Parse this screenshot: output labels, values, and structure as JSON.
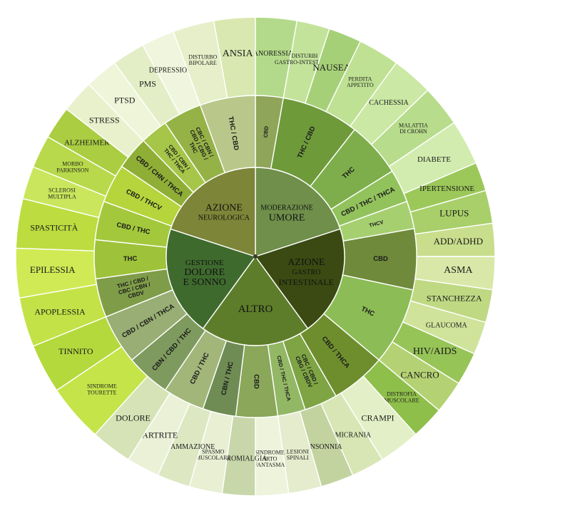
{
  "center": [
    {
      "lines": [
        "MODERAZIONE",
        "UMORE"
      ],
      "sizes": [
        10,
        14
      ],
      "color": "#6f8f4a"
    },
    {
      "lines": [
        "AZIONE",
        "GASTRO",
        "INTESTINALE"
      ],
      "sizes": [
        14,
        10,
        12
      ],
      "color": "#3a4a12"
    },
    {
      "lines": [
        "ALTRO"
      ],
      "sizes": [
        15
      ],
      "color": "#5e7d2a"
    },
    {
      "lines": [
        "GESTIONE",
        "DOLORE",
        "E SONNO"
      ],
      "sizes": [
        11,
        14,
        14
      ],
      "color": "#3f6a2e"
    },
    {
      "lines": [
        "AZIONE",
        "NEUROLOGICA"
      ],
      "sizes": [
        14,
        10
      ],
      "color": "#7d8538"
    }
  ],
  "middle": [
    {
      "text": "CBD",
      "color": "#8fa55a"
    },
    {
      "text": "THC / CBD",
      "color": "#6e9a3a"
    },
    {
      "text": "THC",
      "color": "#7eae4c"
    },
    {
      "text": "CBD / THC / THCA",
      "color": "#92c25c"
    },
    {
      "text": "THCV",
      "color": "#a6d070"
    },
    {
      "text": "CBD",
      "color": "#6f8a3a"
    },
    {
      "text": "THC",
      "color": "#8cbc55"
    },
    {
      "text": "CBD / THCA",
      "color": "#6e8e2e"
    },
    {
      "text": "CBC / CBD / CBG / CBDV",
      "color": "#7ea444"
    },
    {
      "text": "CBD / THC / THCA",
      "color": "#93b865"
    },
    {
      "text": "CBD",
      "color": "#8aa75a"
    },
    {
      "text": "CBN / THC",
      "color": "#6f8c54"
    },
    {
      "text": "CBD / THC",
      "color": "#a2b67a"
    },
    {
      "text": "CBN / CBD / THC",
      "color": "#7e9a5e"
    },
    {
      "text": "CBD / CBN / THCA",
      "color": "#98ae74"
    },
    {
      "text": "THC / CBD / CBC / CBN / CBDV",
      "color": "#7f9c48"
    },
    {
      "text": "THC",
      "color": "#9ec23a"
    },
    {
      "text": "CBD / THC",
      "color": "#a3c83c"
    },
    {
      "text": "CBD / THCV",
      "color": "#b6d43c"
    },
    {
      "text": "CBD / CHN / THCA",
      "color": "#8fae36"
    },
    {
      "text": "CBD / CBN / THC / THCA",
      "color": "#a6c64a"
    },
    {
      "text": "CBC / CBN / CBD / CBG / THC",
      "color": "#95b247"
    },
    {
      "text": "THC / CBD",
      "color": "#b9c88a"
    }
  ],
  "outer": [
    {
      "text": "ANORESSIA",
      "color": "#b3d98a"
    },
    {
      "text": "DISTURBI GASTRO-INTESTINALI",
      "color": "#c3e39a"
    },
    {
      "text": "NAUSEA",
      "color": "#a6d077"
    },
    {
      "text": "PERDITA APPETITO",
      "color": "#bfe193"
    },
    {
      "text": "CACHESSIA",
      "color": "#cbe8a4"
    },
    {
      "text": "MALATTIA DI CROHN",
      "color": "#b7dc8c"
    },
    {
      "text": "DIABETE",
      "color": "#d2ecaf"
    },
    {
      "text": "IPERTENSIONE",
      "color": "#9cc85a"
    },
    {
      "text": "LUPUS",
      "color": "#a8cf69"
    },
    {
      "text": "ADD/ADHD",
      "color": "#c9de8c"
    },
    {
      "text": "ASMA",
      "color": "#d9e8a8"
    },
    {
      "text": "STANCHEZZA",
      "color": "#bfd983"
    },
    {
      "text": "GLAUCOMA",
      "color": "#cfe39b"
    },
    {
      "text": "HIV/AIDS",
      "color": "#97c457"
    },
    {
      "text": "CANCRO",
      "color": "#b4d273"
    },
    {
      "text": "DISTROFIA MUSCOLARE",
      "color": "#8fbf4b"
    },
    {
      "text": "CRAMPI",
      "color": "#e3efc6"
    },
    {
      "text": "EMICRANIA",
      "color": "#d7e6b4"
    },
    {
      "text": "INSONNIA",
      "color": "#c2d3a0"
    },
    {
      "text": "LESIONI SPINALI",
      "color": "#e4eccd"
    },
    {
      "text": "SINDROME ARTO FANTASMA",
      "color": "#eef4dc"
    },
    {
      "text": "FIBROMIALGIA",
      "color": "#c8d7a9"
    },
    {
      "text": "SPASMO MUSCOLARE",
      "color": "#e8efd3"
    },
    {
      "text": "INFIAMMAZIONE",
      "color": "#dde8c2"
    },
    {
      "text": "ARTRITE",
      "color": "#eaf1d7"
    },
    {
      "text": "DOLORE",
      "color": "#d5e3b6"
    },
    {
      "text": "SINDROME TOURETTE",
      "color": "#c5e44a"
    },
    {
      "text": "TINNITO",
      "color": "#b4d93c"
    },
    {
      "text": "APOPLESSIA",
      "color": "#c3e247"
    },
    {
      "text": "EPILESSIA",
      "color": "#d0ea55"
    },
    {
      "text": "SPASTICITÀ",
      "color": "#bcdc3f"
    },
    {
      "text": "SCLEROSI MULTIPLA",
      "color": "#c9e65c"
    },
    {
      "text": "MORBO PARKINSON",
      "color": "#b8d94b"
    },
    {
      "text": "ALZHEIMER",
      "color": "#aacd42"
    },
    {
      "text": "STRESS",
      "color": "#e8f1cc"
    },
    {
      "text": "PTSD",
      "color": "#eef5d8"
    },
    {
      "text": "PMS",
      "color": "#e4eec6"
    },
    {
      "text": "DEPRESSIONE",
      "color": "#f0f6dd"
    },
    {
      "text": "DISTURBO BIPOLARE",
      "color": "#e6efc9"
    },
    {
      "text": "ANSIA",
      "color": "#d9e8b0"
    }
  ]
}
